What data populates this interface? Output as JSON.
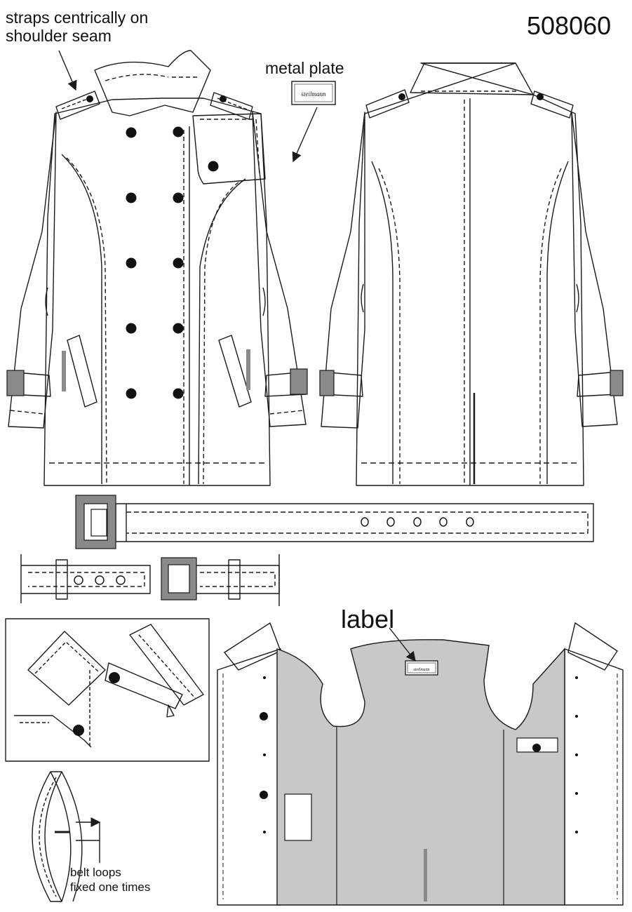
{
  "header": {
    "style_number": "508060"
  },
  "annotations": {
    "straps": "straps centrically on\nshoulder seam",
    "metal_plate": "metal plate",
    "label": "label",
    "belt_loops_line1": "belt loops",
    "belt_loops_line2": "fixed one times"
  },
  "brand_mark": "steilmann",
  "colors": {
    "line": "#1a1a1a",
    "lining": "#c8c8c8",
    "hardware": "#8a8a8a",
    "paper": "#ffffff"
  }
}
